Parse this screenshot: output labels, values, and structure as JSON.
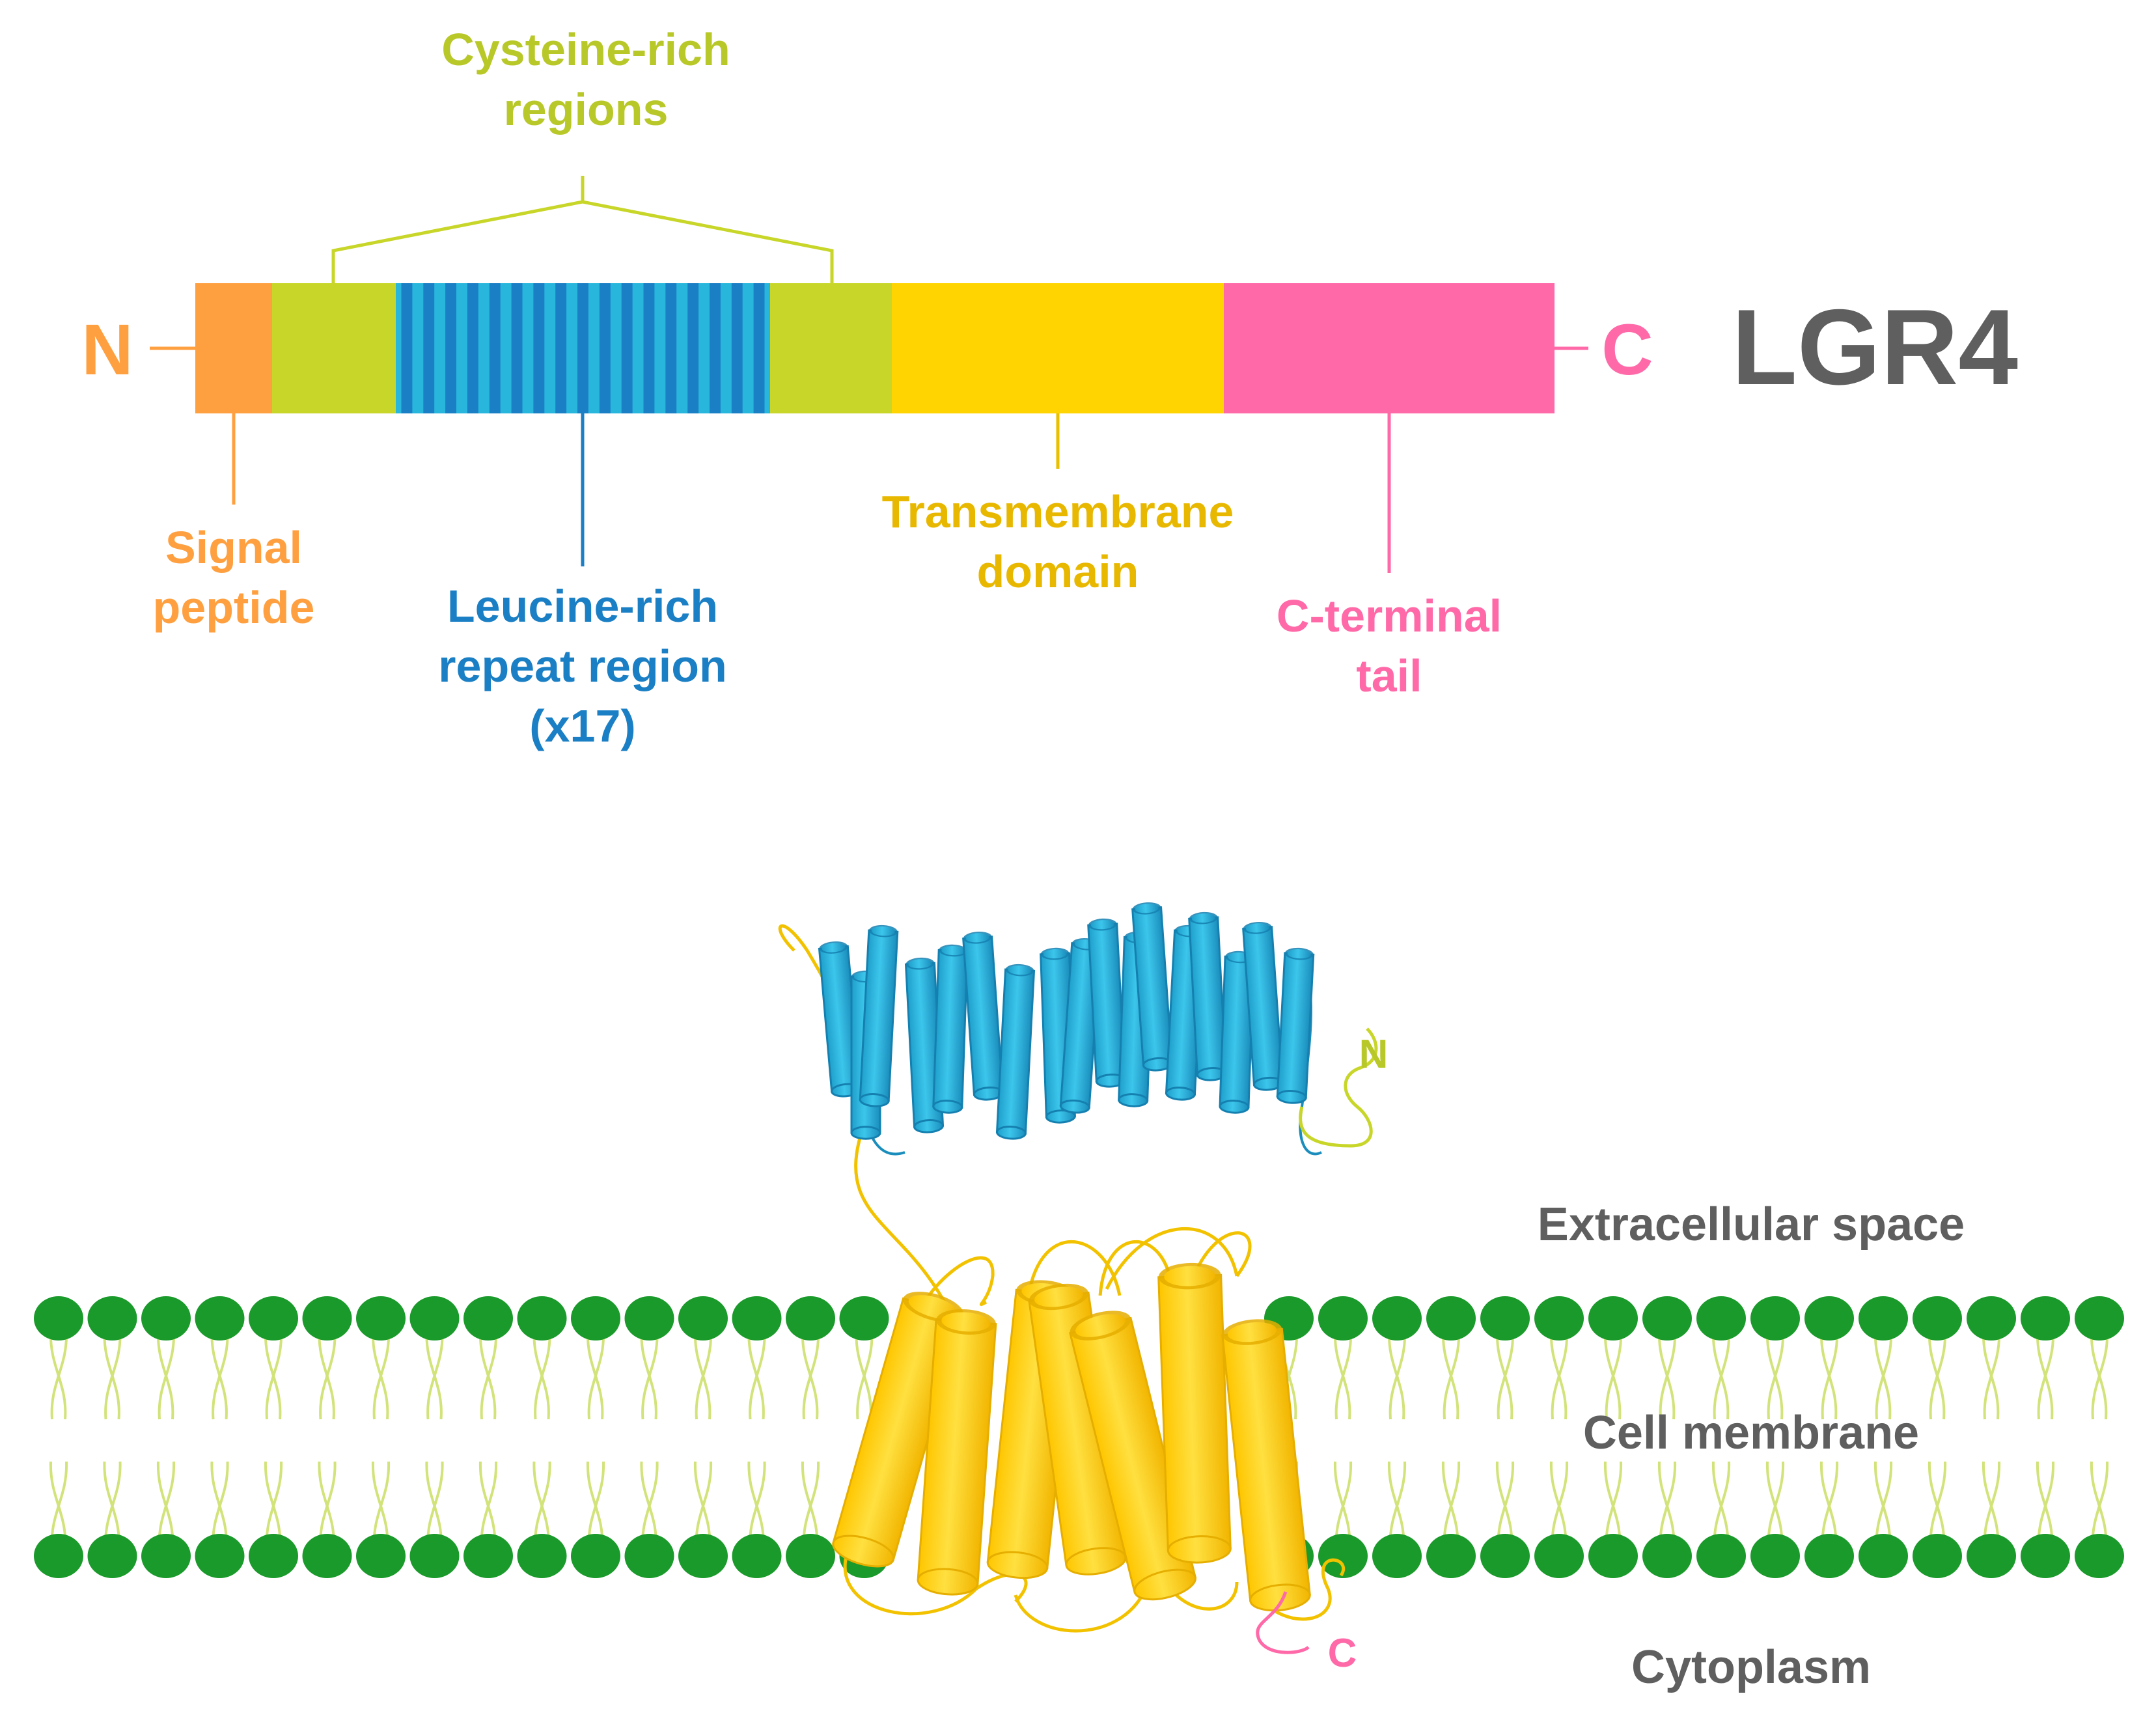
{
  "protein": {
    "name": "LGR4",
    "n_terminus": "N",
    "c_terminus": "C"
  },
  "domains": {
    "cysteine": {
      "line1": "Cysteine-rich",
      "line2": "regions"
    },
    "signal": {
      "line1": "Signal",
      "line2": "peptide"
    },
    "leucine": {
      "line1": "Leucine-rich",
      "line2": "repeat region",
      "line3": "(x17)"
    },
    "transmembrane": {
      "line1": "Transmembrane",
      "line2": "domain"
    },
    "ctail": {
      "line1": "C-terminal",
      "line2": "tail"
    }
  },
  "membrane_model": {
    "extracellular": "Extracellular space",
    "membrane": "Cell membrane",
    "cytoplasm": "Cytoplasm",
    "lrr_n_label": "N",
    "tm_c_label": "C",
    "lrr_repeat_count": 17,
    "transmembrane_helix_count": 7
  },
  "colors": {
    "signal": "#FFA040",
    "cysteine": "#C8D62A",
    "leucine": "#29B6DD",
    "leucine_stripe": "#1A7FC4",
    "transmembrane": "#FFD400",
    "ctail": "#FF69A8",
    "lipid_head": "#1A9A2A",
    "lipid_tail": "#D2E37A",
    "title_grey": "#5F5F5F"
  }
}
